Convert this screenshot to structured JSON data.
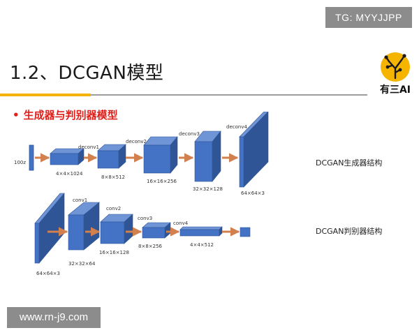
{
  "watermark_top": "TG: MYYJJPP",
  "watermark_bottom": "www.rn-j9.com",
  "title": "1.2、DCGAN模型",
  "logo": {
    "icon": "brain-circuit-icon",
    "text": "有三AI",
    "accent": "#f5b400"
  },
  "subtitle": {
    "bullet": "•",
    "text": "生成器与判别器模型"
  },
  "labels": {
    "generator_structure": "DCGAN生成器结构",
    "discriminator_structure": "DCGAN判别器结构"
  },
  "colors": {
    "block_front": "#4472c4",
    "block_top": "#6f95d6",
    "block_side": "#2f5597",
    "arrow": "#d2804e",
    "accent_rule": "#f5b400",
    "subtitle": "#e0201a"
  },
  "generator": {
    "input_label": "100z",
    "layers": [
      {
        "name": "",
        "size": "4×4×1024"
      },
      {
        "name": "deconv1",
        "size": "8×8×512"
      },
      {
        "name": "deconv2",
        "size": "16×16×256"
      },
      {
        "name": "deconv3",
        "size": "32×32×128"
      },
      {
        "name": "deconv4",
        "size": "64×64×3"
      }
    ]
  },
  "discriminator": {
    "input_size": "64×64×3",
    "layers": [
      {
        "name": "conv1",
        "size": "32×32×64"
      },
      {
        "name": "conv2",
        "size": "16×16×128"
      },
      {
        "name": "conv3",
        "size": "8×8×256"
      },
      {
        "name": "conv4",
        "size": "4×4×512"
      }
    ]
  }
}
